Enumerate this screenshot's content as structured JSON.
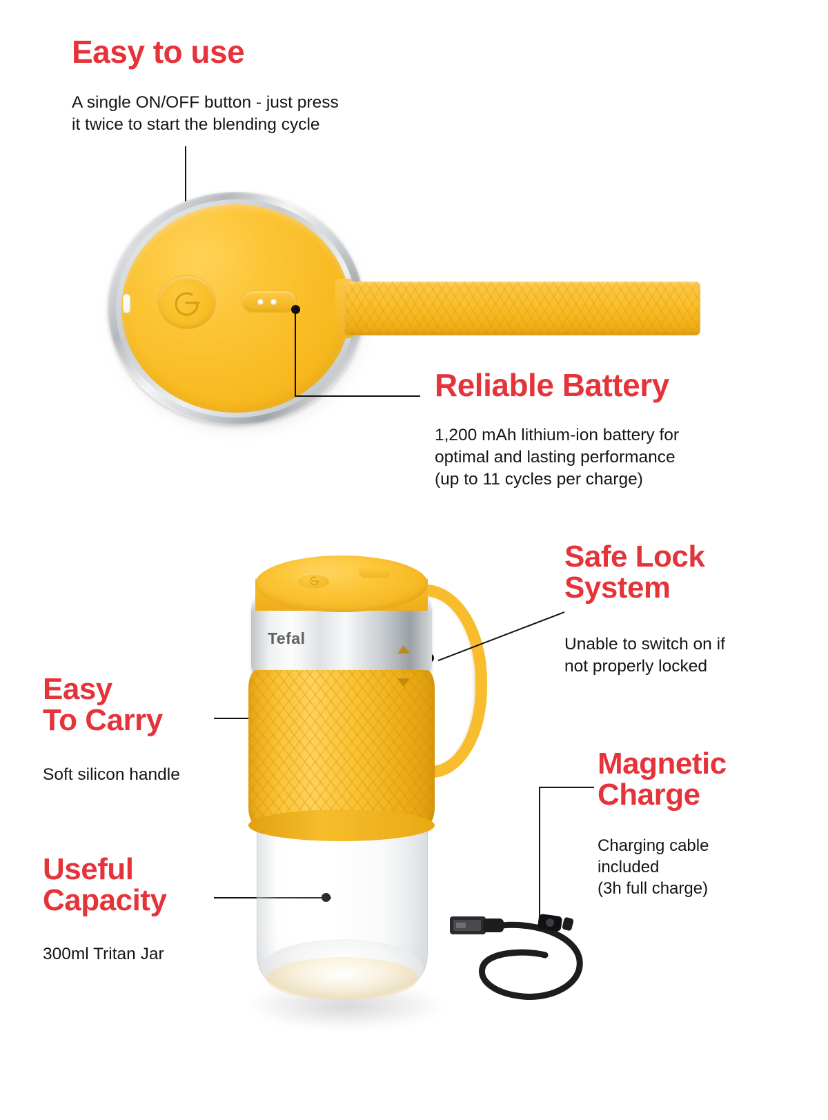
{
  "page": {
    "title": "Tefal portable blender feature infographic",
    "brand": "Tefal",
    "colors": {
      "accent_red": "#E5333A",
      "product_yellow": "#FBBE28",
      "text_dark": "#141414",
      "chrome": "#C8CCD0"
    }
  },
  "features": [
    {
      "id": "easy-to-use",
      "heading": "Easy to use",
      "description": "A single ON/OFF button -  just press\nit twice to start the blending cycle",
      "callout_target": "power-button"
    },
    {
      "id": "reliable-battery",
      "heading": "Reliable Battery",
      "description": "1,200 mAh lithium-ion battery for\noptimal and lasting performance\n(up to 11 cycles per charge)",
      "callout_target": "battery-indicator"
    },
    {
      "id": "safe-lock-system",
      "heading": "Safe Lock\nSystem",
      "description": "Unable to switch on if\nnot properly locked",
      "callout_target": "lock-arrows"
    },
    {
      "id": "easy-to-carry",
      "heading": "Easy\nTo Carry",
      "description": "Soft silicon handle",
      "callout_target": "silicone-grip"
    },
    {
      "id": "useful-capacity",
      "heading": "Useful\nCapacity",
      "description": "300ml Tritan Jar",
      "callout_target": "tritan-jar"
    },
    {
      "id": "magnetic-charge",
      "heading": "Magnetic\nCharge",
      "description": "Charging cable\nincluded\n(3h full charge)",
      "callout_target": "usb-cable"
    }
  ],
  "product": {
    "lid_top_view": {
      "power_button_icon": "power-icon",
      "battery_indicator_leds": 2,
      "status_led": "led-slot",
      "strap": "silicone-strap"
    },
    "jar_view": {
      "brand_label": "Tefal",
      "handle": "silicone-handle-loop",
      "grip": "textured-silicone-grip",
      "lock_indicators": [
        "arrow-up",
        "arrow-down"
      ]
    },
    "accessory": {
      "name": "usb-charging-cable"
    }
  }
}
